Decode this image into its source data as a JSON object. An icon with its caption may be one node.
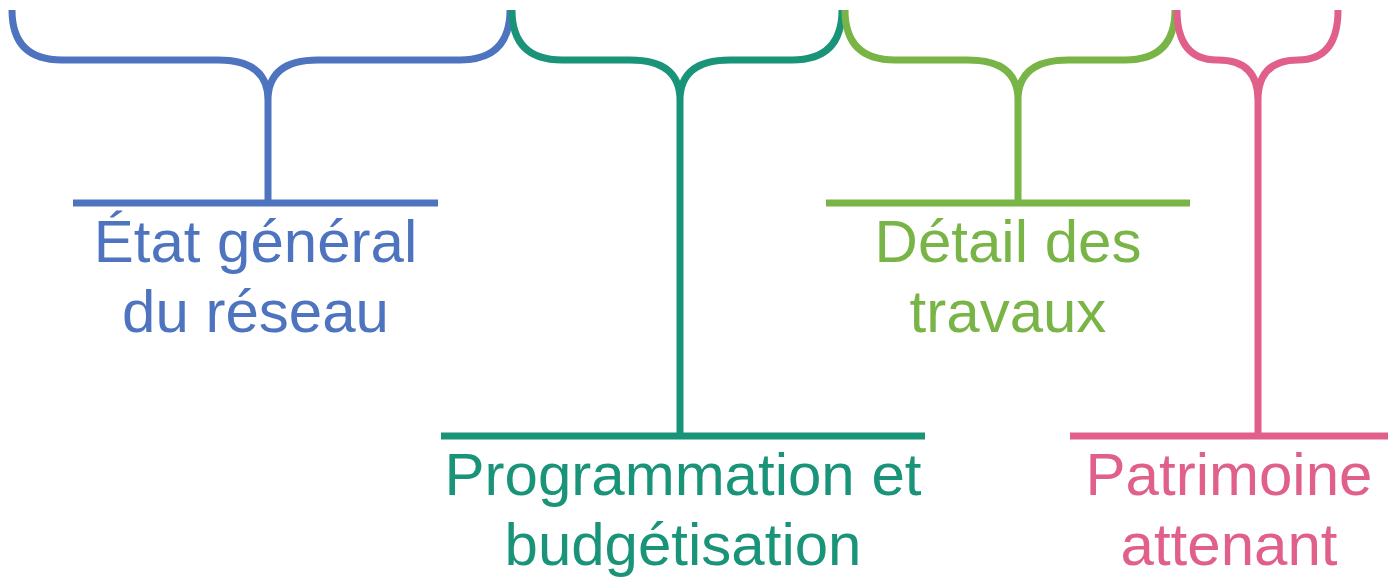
{
  "diagram": {
    "nodes": [
      {
        "text": [
          "État général du réseau"
        ]
      },
      {
        "text": [
          "Programmation et budgétisation"
        ]
      },
      {
        "text": [
          "Détail des travaux"
        ]
      },
      {
        "text": [
          "Patrimoine attenant"
        ]
      }
    ]
  }
}
